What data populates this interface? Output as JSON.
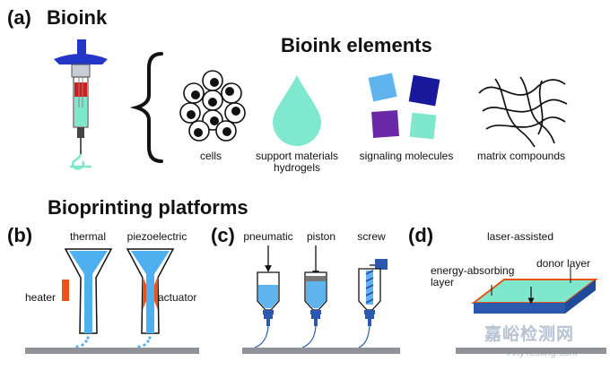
{
  "panel_a": {
    "tag": "(a)",
    "title": "Bioink",
    "elements_title": "Bioink elements",
    "items": [
      {
        "label": "cells"
      },
      {
        "label": "support materials\nhydrogels"
      },
      {
        "label": "signaling molecules"
      },
      {
        "label": "matrix compounds"
      }
    ]
  },
  "platforms_title": "Bioprinting platforms",
  "panel_b": {
    "tag": "(b)",
    "methods": [
      "thermal",
      "piezoelectric"
    ],
    "labels": {
      "heater": "heater",
      "actuator": "actuator"
    }
  },
  "panel_c": {
    "tag": "(c)",
    "methods": [
      "pneumatic",
      "piston",
      "screw"
    ]
  },
  "panel_d": {
    "tag": "(d)",
    "method": "laser-assisted",
    "labels": {
      "energy": "energy-absorbing\nlayer",
      "donor": "donor layer"
    }
  },
  "watermark": {
    "line1": "嘉峪检测网",
    "line2": "AnyTesting.com"
  },
  "colors": {
    "syringe_blue": "#2336c8",
    "red": "#d41e1e",
    "mint": "#7fe7cc",
    "light_blue": "#5fb4ee",
    "navy": "#17189a",
    "purple": "#6a2aa8",
    "orange_heater": "#e8531c",
    "platform_gray": "#8f9398",
    "nozzle_blue": "#2b59b0"
  }
}
